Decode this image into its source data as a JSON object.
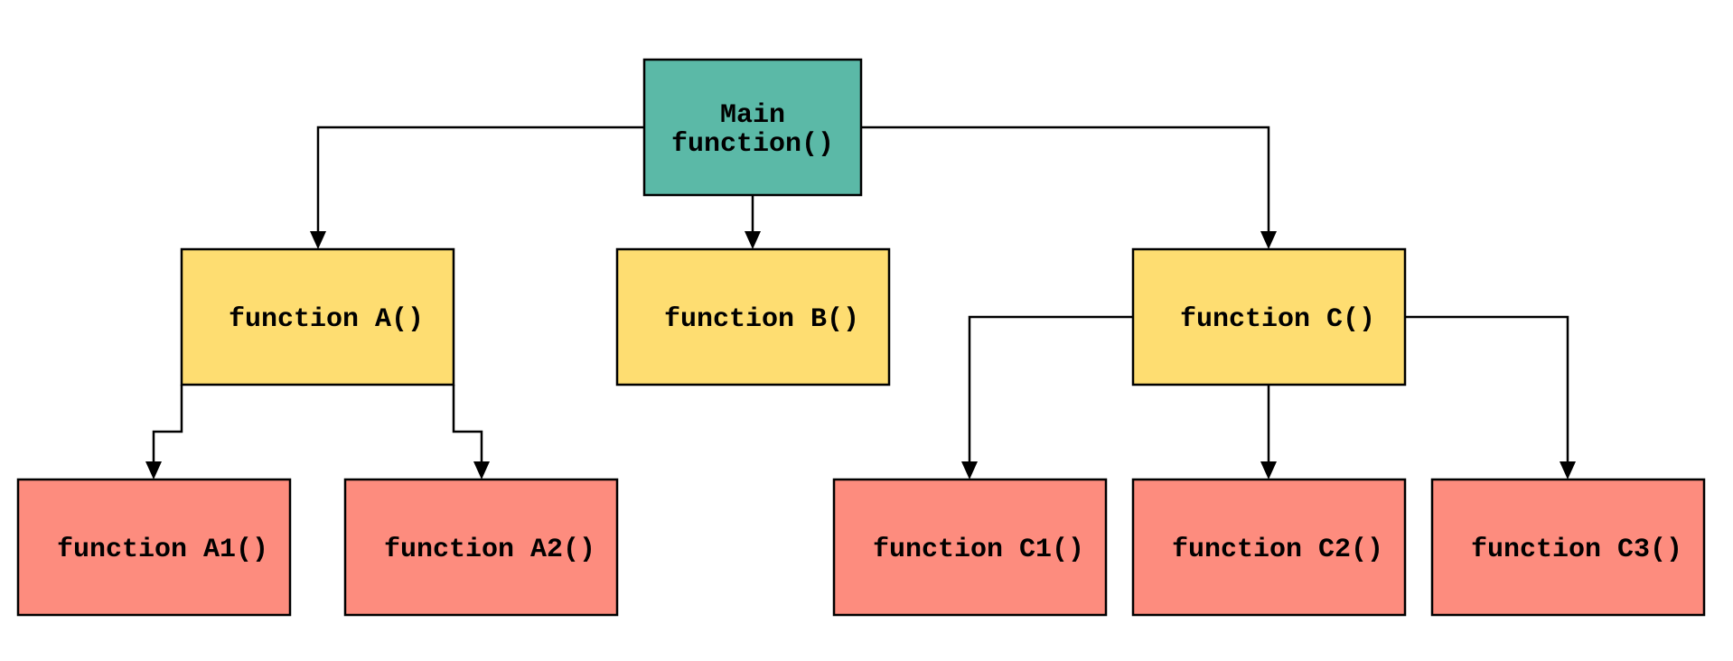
{
  "colors": {
    "root": "#5bb9a7",
    "level1": "#fedd71",
    "level2": "#fd8c7e",
    "stroke": "#000000"
  },
  "nodes": {
    "main": {
      "line1": "Main",
      "line2": "function()"
    },
    "a": "function A()",
    "b": "function B()",
    "c": "function C()",
    "a1": "function A1()",
    "a2": "function A2()",
    "c1": "function C1()",
    "c2": "function C2()",
    "c3": "function C3()"
  }
}
